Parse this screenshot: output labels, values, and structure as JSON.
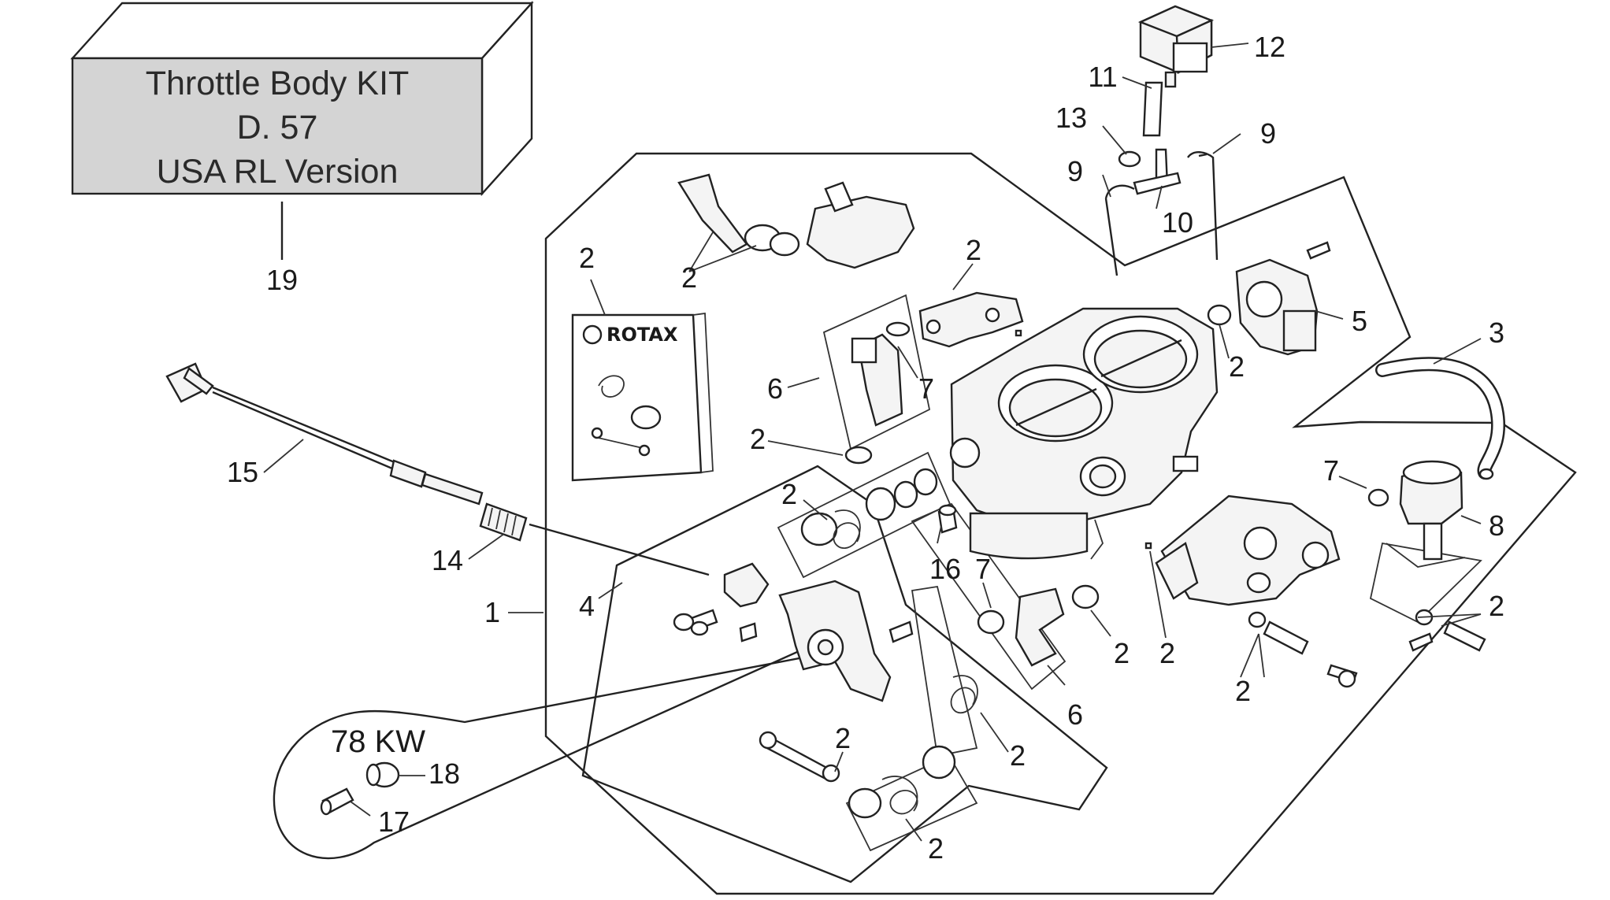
{
  "kit_box": {
    "line1": "Throttle Body KIT",
    "line2": "D. 57",
    "line3": "USA RL Version"
  },
  "kw_bubble": {
    "label": "78 KW"
  },
  "manual_brand": "ROTAX",
  "callouts": [
    {
      "id": "c19",
      "label": "19"
    },
    {
      "id": "c12",
      "label": "12"
    },
    {
      "id": "c11",
      "label": "11"
    },
    {
      "id": "c13",
      "label": "13"
    },
    {
      "id": "c9a",
      "label": "9"
    },
    {
      "id": "c9b",
      "label": "9"
    },
    {
      "id": "c10",
      "label": "10"
    },
    {
      "id": "c2a",
      "label": "2"
    },
    {
      "id": "c2b",
      "label": "2"
    },
    {
      "id": "c2c",
      "label": "2"
    },
    {
      "id": "c5",
      "label": "5"
    },
    {
      "id": "c2d",
      "label": "2"
    },
    {
      "id": "c3",
      "label": "3"
    },
    {
      "id": "c6a",
      "label": "6"
    },
    {
      "id": "c7a",
      "label": "7"
    },
    {
      "id": "c2e",
      "label": "2"
    },
    {
      "id": "c15",
      "label": "15"
    },
    {
      "id": "c2f",
      "label": "2"
    },
    {
      "id": "c7b",
      "label": "7"
    },
    {
      "id": "c8",
      "label": "8"
    },
    {
      "id": "c14",
      "label": "14"
    },
    {
      "id": "c16",
      "label": "16"
    },
    {
      "id": "c7c",
      "label": "7"
    },
    {
      "id": "c4",
      "label": "4"
    },
    {
      "id": "c1",
      "label": "1"
    },
    {
      "id": "c2g",
      "label": "2"
    },
    {
      "id": "c2h",
      "label": "2"
    },
    {
      "id": "c2i",
      "label": "2"
    },
    {
      "id": "c2j",
      "label": "2"
    },
    {
      "id": "c6b",
      "label": "6"
    },
    {
      "id": "c2k",
      "label": "2"
    },
    {
      "id": "c2l",
      "label": "2"
    },
    {
      "id": "c18",
      "label": "18"
    },
    {
      "id": "c17",
      "label": "17"
    },
    {
      "id": "c2m",
      "label": "2"
    }
  ]
}
